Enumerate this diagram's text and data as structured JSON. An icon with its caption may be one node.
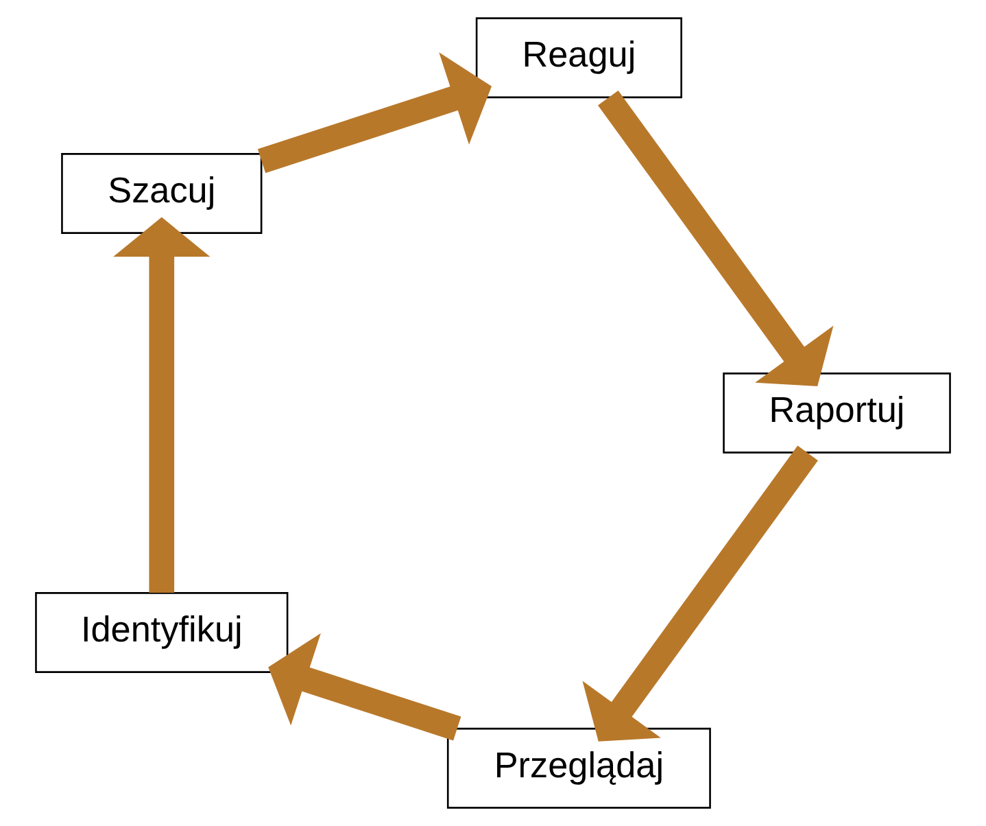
{
  "diagram": {
    "nodes": [
      {
        "text": [
          "Przeglądaj"
        ]
      },
      {
        "text": [
          "Identyfikuj"
        ]
      },
      {
        "text": [
          "Szacuj"
        ]
      },
      {
        "text": [
          "Reaguj"
        ]
      },
      {
        "text": [
          "Raportuj"
        ]
      }
    ],
    "edges": [
      {
        "from": 0,
        "to": 1,
        "arrow": "to"
      },
      {
        "from": 1,
        "to": 2,
        "arrow": "to"
      },
      {
        "from": 2,
        "to": 3,
        "arrow": "to"
      },
      {
        "from": 3,
        "to": 4,
        "arrow": "to"
      },
      {
        "from": 4,
        "to": 0,
        "arrow": "to"
      }
    ]
  }
}
